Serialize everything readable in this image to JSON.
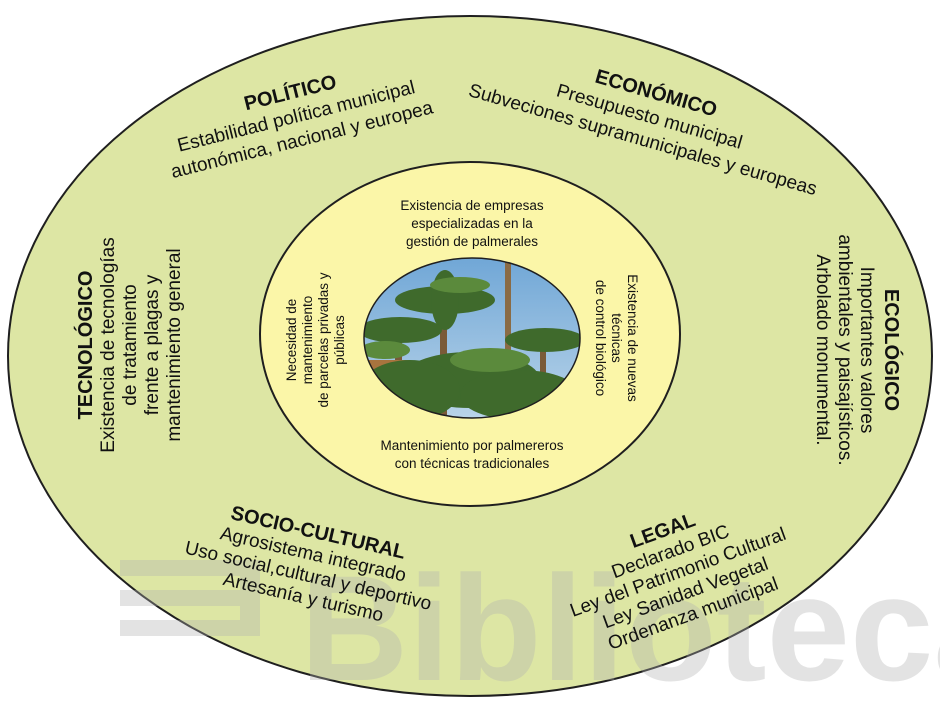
{
  "colors": {
    "outer_ring": "#dde6a4",
    "inner_ring": "#fbf6a8",
    "outline": "#1f1f1f",
    "watermark": "#c9c9c9",
    "sky": "#7fb3dc",
    "palm": "#3f6a2c"
  },
  "watermark": {
    "text": "Biblioteca"
  },
  "outer": {
    "politico": {
      "title": "POLÍTICO",
      "line1": "Estabilidad política municipal",
      "line2": "autonómica, nacional y europea"
    },
    "economico": {
      "title": "ECONÓMICO",
      "line1": "Presupuesto municipal",
      "line2": "Subveciones supramunicipales y europeas"
    },
    "tecnologico": {
      "title": "TECNOLÓGICO",
      "line1": "Existencia de tecnologías",
      "line2": "de tratamiento",
      "line3": "frente a plagas y",
      "line4": "mantenimiento general"
    },
    "ecologico": {
      "title": "ECOLÓGICO",
      "line1": "Importantes valores",
      "line2": "ambientales y paisajísticos.",
      "line3": "Arbolado monumental."
    },
    "sociocultural": {
      "title": "SOCIO-CULTURAL",
      "line1": "Agrosistema integrado",
      "line2": "Uso social,cultural y deportivo",
      "line3": "Artesanía y turismo"
    },
    "legal": {
      "title": "LEGAL",
      "line1": "Declarado BIC",
      "line2": "Ley del Patrimonio Cultural",
      "line3": "Ley Sanidad Vegetal",
      "line4": "Ordenanza municipal"
    }
  },
  "inner": {
    "top": {
      "line1": "Existencia de empresas",
      "line2": "especializadas en la",
      "line3": "gestión de palmerales"
    },
    "bottom": {
      "line1": "Mantenimiento por palmereros",
      "line2": "con técnicas tradicionales"
    },
    "left": {
      "line1": "Necesidad de",
      "line2": "mantenimiento",
      "line3": "de parcelas privadas y",
      "line4": "públicas"
    },
    "right": {
      "line1": "Existencia de nuevas",
      "line2": "técnicas",
      "line3": "de control biológico"
    }
  }
}
